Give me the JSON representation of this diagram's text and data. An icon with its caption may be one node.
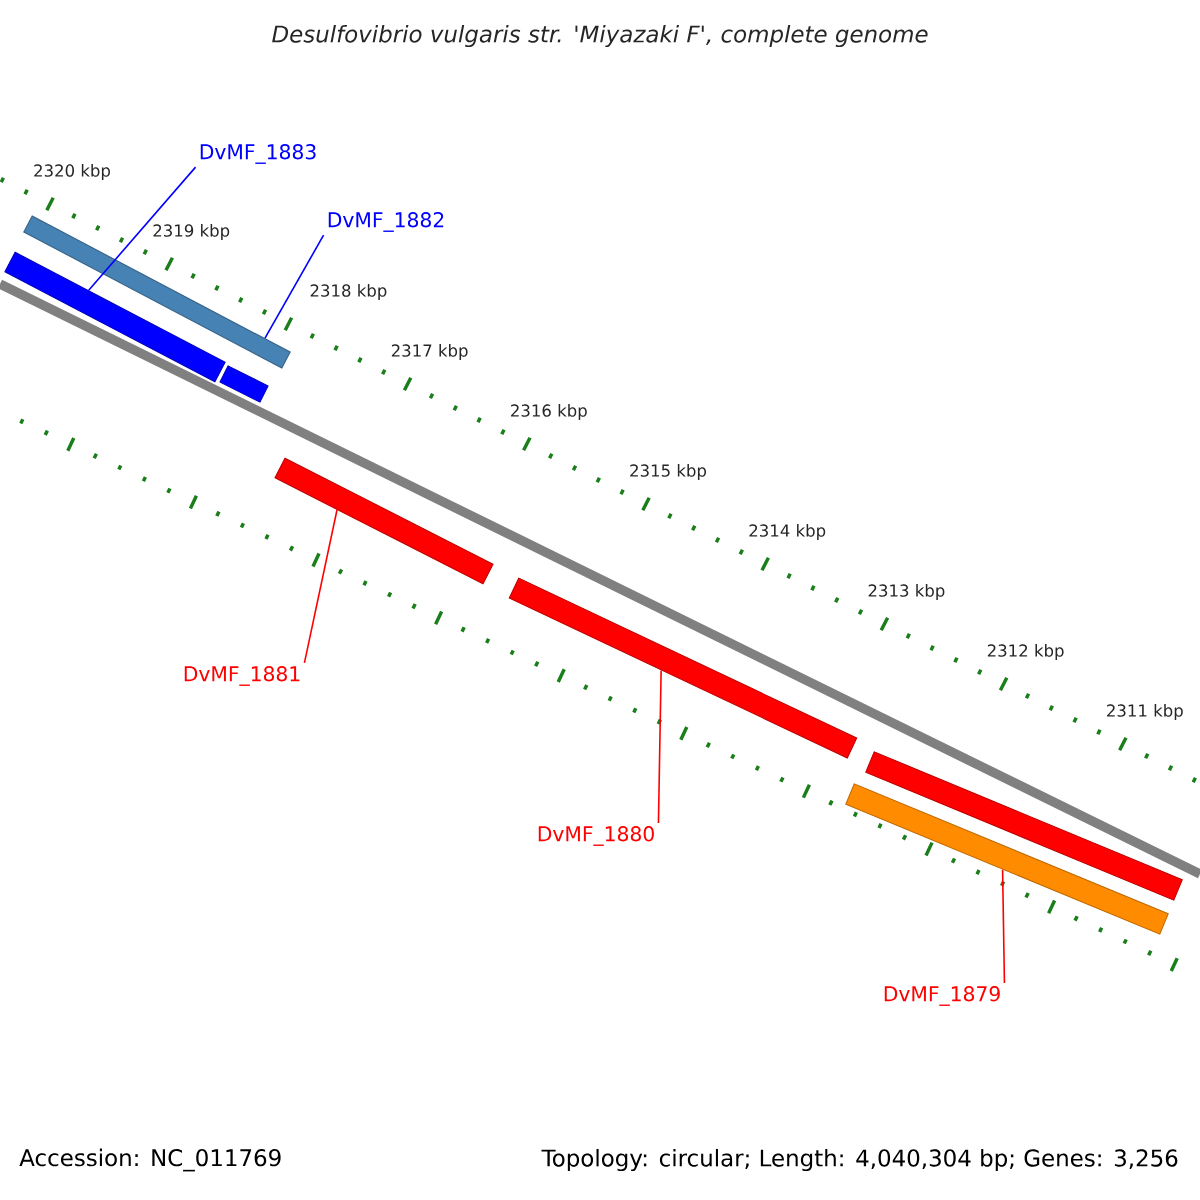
{
  "diagram": {
    "title": "*Desulfovibrio vulgaris* str. 'Miyazaki F', complete genome",
    "nodes": [
      {
        "text": [
          "DvMF_1883"
        ]
      },
      {
        "text": [
          "DvMF_1882"
        ]
      },
      {
        "text": [],
        "shape": "bar"
      },
      {
        "text": [],
        "shape": "bar"
      },
      {
        "text": [],
        "shape": "bar"
      },
      {
        "text": [],
        "shape": "bar"
      },
      {
        "text": [],
        "shape": "bar"
      },
      {
        "text": [],
        "shape": "bar"
      },
      {
        "text": [],
        "shape": "bar"
      },
      {
        "text": [
          "DvMF_1881"
        ]
      },
      {
        "text": [
          "DvMF_1880"
        ]
      },
      {
        "text": [
          "DvMF_1879"
        ]
      }
    ],
    "edges": [
      {
        "from": 0,
        "to": 3,
        "arrow": "none",
        "color": "#0000ff"
      },
      {
        "from": 1,
        "to": 2,
        "arrow": "none",
        "color": "#0000ff"
      },
      {
        "from": 9,
        "to": 5,
        "arrow": "none"
      },
      {
        "from": 10,
        "to": 6,
        "arrow": "none"
      },
      {
        "from": 11,
        "to": 8,
        "arrow": "none"
      }
    ],
    "labels": [
      "2320 kbp",
      "2319 kbp",
      "2318 kbp",
      "2317 kbp",
      "2316 kbp",
      "2315 kbp",
      "2314 kbp",
      "2313 kbp",
      "2312 kbp",
      "2311 kbp",
      "Accession: NC_011769",
      "Topology: circular; Length: 4,040,304 bp; Genes: 3,256"
    ]
  }
}
